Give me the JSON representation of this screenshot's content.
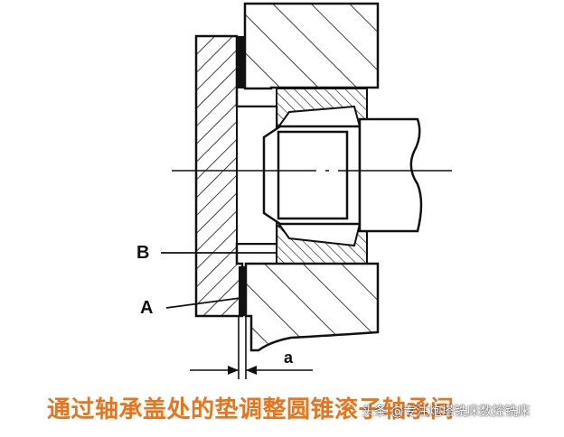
{
  "diagram": {
    "labels": {
      "b": "B",
      "a": "A",
      "gap": "a"
    }
  },
  "caption": "通过轴承盖处的垫调整圆锥滚子轴承间",
  "watermark": "头条 @专注炮塔铣床数控铣床",
  "colors": {
    "ink": "#111111",
    "caption": "#e8741c",
    "background": "#ffffff"
  }
}
